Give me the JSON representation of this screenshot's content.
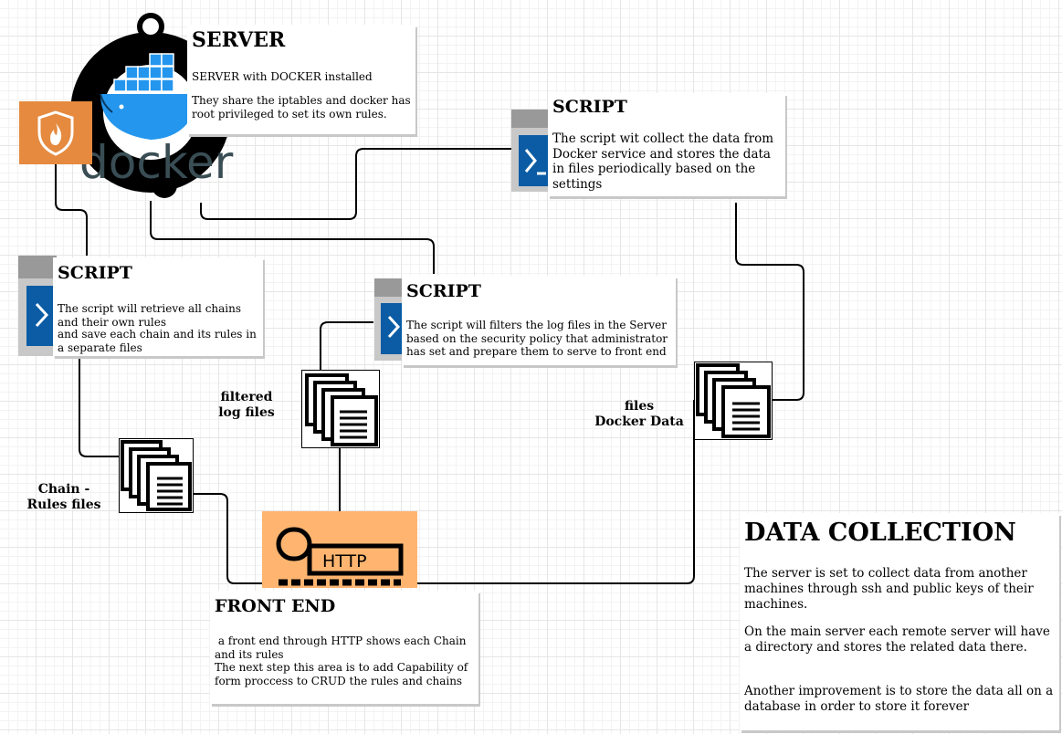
{
  "server": {
    "title": "SERVER",
    "line1": "SERVER with DOCKER installed",
    "line2": "They share the iptables and docker has root  privileged to set its own rules.",
    "logo_text": "docker"
  },
  "script_collect": {
    "title": "SCRIPT",
    "text": "The script wit collect the data from Docker service and stores the data in files periodically based on the settings"
  },
  "script_chains": {
    "title": "SCRIPT",
    "text_line1": "The script will retrieve all chains and their own rules",
    "text_line2": "and save each chain and its rules in a separate files"
  },
  "script_filter": {
    "title": "SCRIPT",
    "text": "The script will filters the log files in the Server based on the security policy that administrator has set and prepare them to serve to front end"
  },
  "labels": {
    "filtered_line1": "filtered",
    "filtered_line2": "log files",
    "docker_files_line1": "files",
    "docker_files_line2": "Docker Data",
    "chain_line1": "Chain -",
    "chain_line2": "Rules files"
  },
  "http": {
    "text": "HTTP"
  },
  "front_end": {
    "title": "FRONT END",
    "line1": " a front end through HTTP shows each Chain and its rules",
    "line2": "The next step this area is to add Capability of form proccess to CRUD the rules and chains"
  },
  "data_collection": {
    "title": "DATA COLLECTION",
    "para1": "The server is set to collect data from another machines through ssh and public keys of their machines.",
    "para2": "On the main server each remote server will have a directory and stores the related data there.",
    "para3": "Another improvement is to store the data all on a database in order to store it forever"
  },
  "colors": {
    "firewall_orange": "#E58A3F",
    "http_orange": "#FFB570",
    "docker_blue": "#2496ED",
    "docker_text": "#394D54",
    "script_blue": "#0B5CA5",
    "script_gray": "#999999"
  }
}
